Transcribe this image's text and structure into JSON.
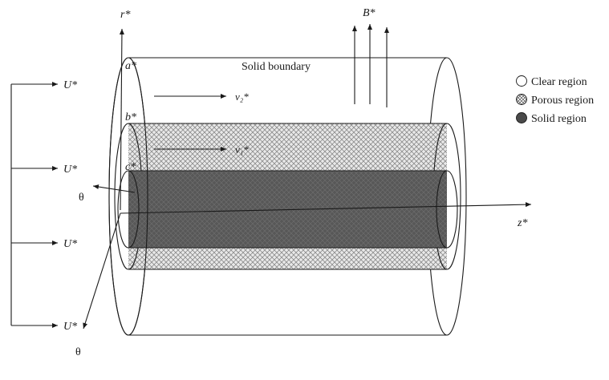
{
  "title": "Solid boundary",
  "legend": {
    "items": [
      {
        "label": "Clear region",
        "symbol": "open-circle"
      },
      {
        "label": "Porous region",
        "symbol": "crosshatch-circle"
      },
      {
        "label": "Solid region",
        "symbol": "filled-circle"
      }
    ]
  },
  "axes": {
    "radial": "r*",
    "axial": "z*",
    "theta": "θ"
  },
  "radii": {
    "outer": "a*",
    "porous": "b*",
    "solid": "c*"
  },
  "magnetic_field": "B*",
  "inflow": [
    "U*",
    "U*",
    "U*",
    "U*"
  ],
  "velocities": {
    "clear": "v₂*",
    "porous": "v₁*"
  },
  "colors": {
    "solid_fill": "#575757",
    "porous_fill": "#e9e9e9",
    "hatch": "#8c8c8c",
    "stroke": "#1a1a1a"
  }
}
